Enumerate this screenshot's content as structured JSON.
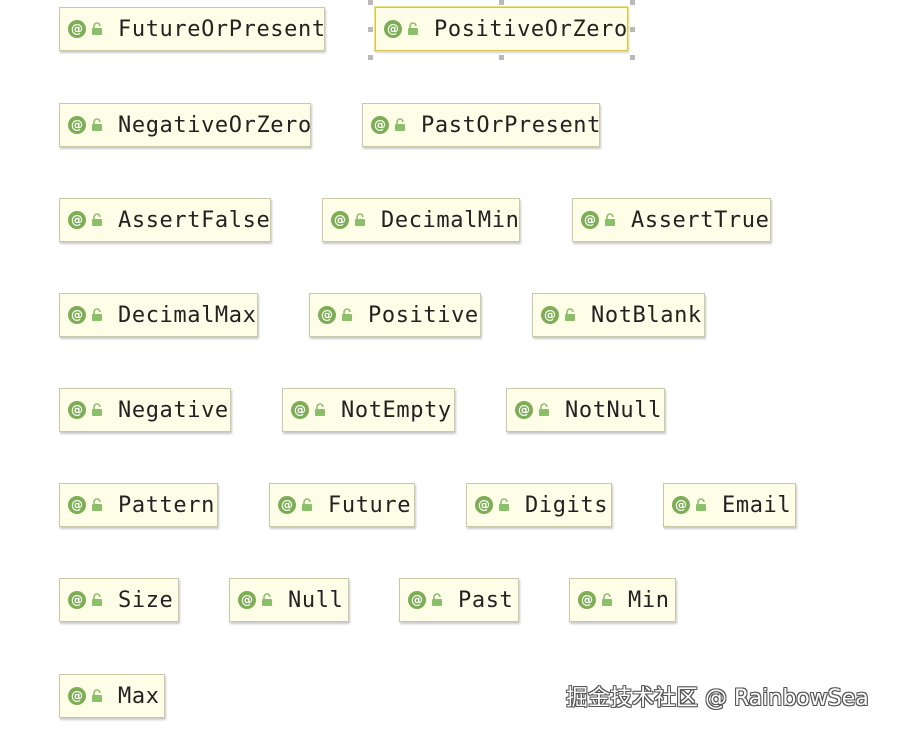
{
  "diagram": {
    "nodes": [
      {
        "label": "FutureOrPresent",
        "selected": false
      },
      {
        "label": "PositiveOrZero",
        "selected": true
      },
      {
        "label": "NegativeOrZero",
        "selected": false
      },
      {
        "label": "PastOrPresent",
        "selected": false
      },
      {
        "label": "AssertFalse",
        "selected": false
      },
      {
        "label": "DecimalMin",
        "selected": false
      },
      {
        "label": "AssertTrue",
        "selected": false
      },
      {
        "label": "DecimalMax",
        "selected": false
      },
      {
        "label": "Positive",
        "selected": false
      },
      {
        "label": "NotBlank",
        "selected": false
      },
      {
        "label": "Negative",
        "selected": false
      },
      {
        "label": "NotEmpty",
        "selected": false
      },
      {
        "label": "NotNull",
        "selected": false
      },
      {
        "label": "Pattern",
        "selected": false
      },
      {
        "label": "Future",
        "selected": false
      },
      {
        "label": "Digits",
        "selected": false
      },
      {
        "label": "Email",
        "selected": false
      },
      {
        "label": "Size",
        "selected": false
      },
      {
        "label": "Null",
        "selected": false
      },
      {
        "label": "Past",
        "selected": false
      },
      {
        "label": "Min",
        "selected": false
      },
      {
        "label": "Max",
        "selected": false
      }
    ]
  },
  "icons": {
    "annotation": "annotation-at-icon",
    "visibility": "public-lock-icon",
    "annotation_glyph": "@"
  },
  "colors": {
    "node_fill": "#fefee8",
    "node_border": "#c9c9a8",
    "selected_border": "#d8c24f",
    "annotation_icon": "#7dad55"
  },
  "watermark": {
    "text": "掘金技术社区 @ RainbowSea"
  }
}
